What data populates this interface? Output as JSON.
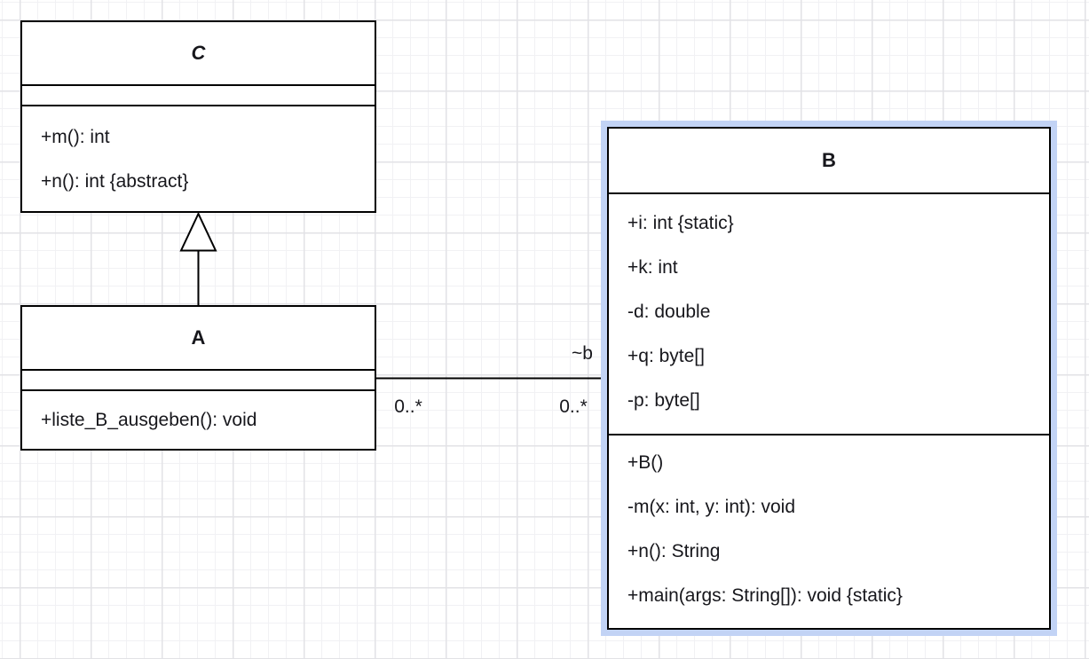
{
  "diagram": {
    "type": "uml-class-diagram",
    "colors": {
      "selection_highlight": "#c2d3f5",
      "shape_stroke": "#000000",
      "text": "#17171c",
      "grid_minor": "#f1f1f4",
      "grid_major": "#e2e2e6",
      "background": "#ffffff"
    }
  },
  "classes": [
    {
      "name": "C",
      "abstract": true,
      "selected": false,
      "attributes": [],
      "methods": [
        "+m(): int",
        "+n(): int {abstract}"
      ]
    },
    {
      "name": "A",
      "abstract": false,
      "selected": false,
      "attributes": [],
      "methods": [
        "+liste_B_ausgeben(): void"
      ]
    },
    {
      "name": "B",
      "abstract": false,
      "selected": true,
      "attributes": [
        "+i: int {static}",
        "+k: int",
        "-d: double",
        "+q: byte[]",
        "-p: byte[]"
      ],
      "methods": [
        "+B()",
        "-m(x: int, y: int): void",
        "+n(): String",
        "+main(args: String[]): void {static}"
      ]
    }
  ],
  "relationships": {
    "generalization": {
      "from": "A",
      "to": "C",
      "kind": "generalization"
    },
    "association": {
      "from": "A",
      "to": "B",
      "kind": "association",
      "label": "~b",
      "source_multiplicity": "0..*",
      "target_multiplicity": "0..*"
    }
  }
}
